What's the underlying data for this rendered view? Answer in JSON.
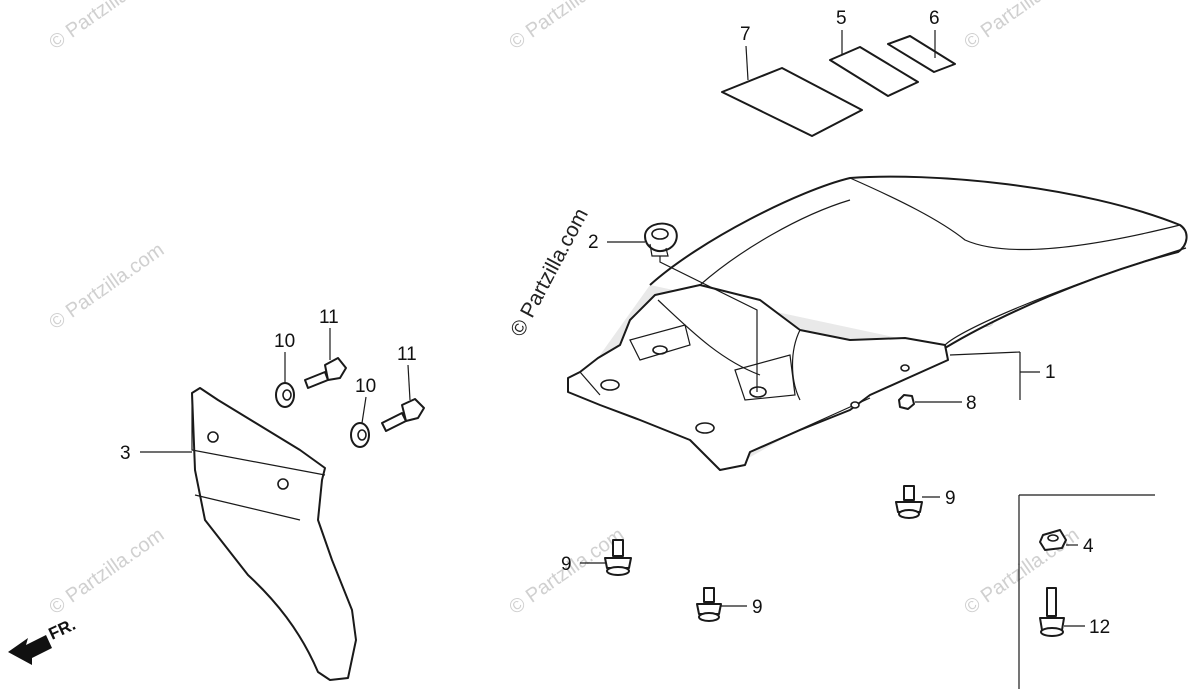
{
  "watermark": "© Partzilla.com",
  "front_label": "FR.",
  "callouts": {
    "c1": "1",
    "c2": "2",
    "c3": "3",
    "c4": "4",
    "c5": "5",
    "c6": "6",
    "c7": "7",
    "c8": "8",
    "c9a": "9",
    "c9b": "9",
    "c9c": "9",
    "c10a": "10",
    "c10b": "10",
    "c11a": "11",
    "c11b": "11",
    "c12": "12"
  }
}
